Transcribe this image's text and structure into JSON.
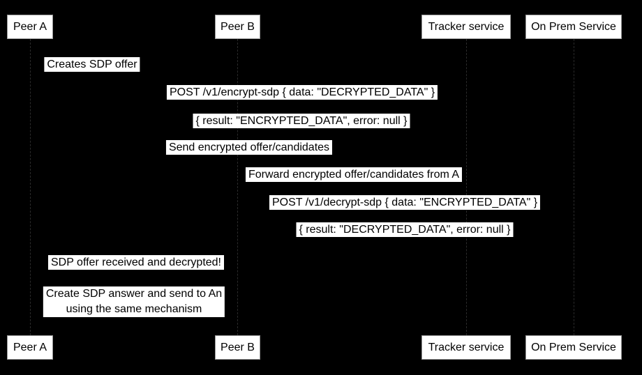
{
  "diagram": {
    "type": "sequence-diagram",
    "colors": {
      "background": "#000000",
      "label_background": "#ffffff",
      "label_text": "#000000",
      "lifeline": "#2b2b2b"
    },
    "actors": [
      {
        "name": "Peer A"
      },
      {
        "name": "Peer B"
      },
      {
        "name": "Tracker service"
      },
      {
        "name": "On Prem Service"
      }
    ],
    "messages": [
      {
        "text": "Creates SDP offer"
      },
      {
        "text": "POST /v1/encrypt-sdp { data: \"DECRYPTED_DATA\" }"
      },
      {
        "text": "{ result: \"ENCRYPTED_DATA\", error: null }"
      },
      {
        "text": "Send encrypted offer/candidates"
      },
      {
        "text": "Forward encrypted offer/candidates from A"
      },
      {
        "text": "POST /v1/decrypt-sdp { data: \"ENCRYPTED_DATA\" }"
      },
      {
        "text": "{ result: \"DECRYPTED_DATA\", error: null }"
      },
      {
        "text": "SDP offer received and decrypted!"
      },
      {
        "lines": [
          "Create SDP answer and send to An",
          "using the same mechanism"
        ]
      }
    ]
  }
}
